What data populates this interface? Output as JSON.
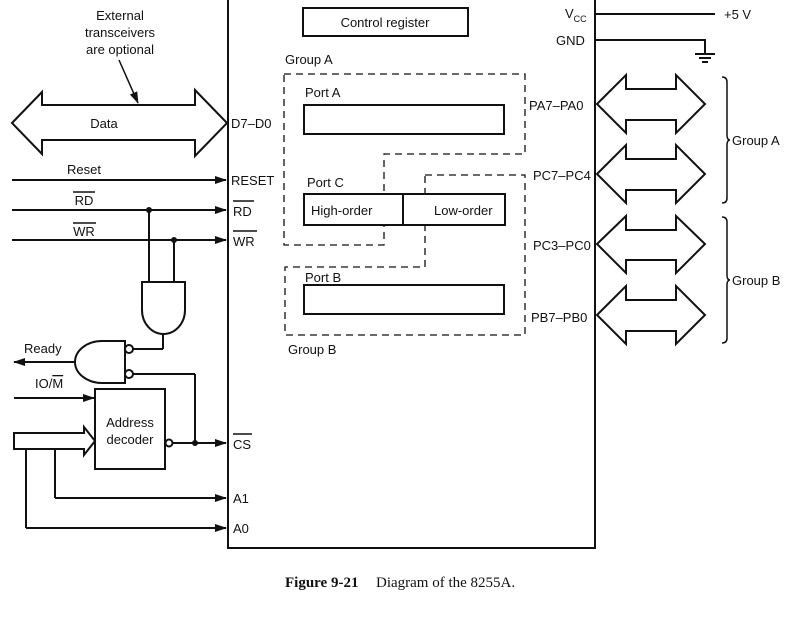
{
  "figure": {
    "caption_number": "Figure 9-21",
    "caption_text": "Diagram of the 8255A."
  },
  "annotations": {
    "transceiver_note": [
      "External",
      "transceivers",
      "are optional"
    ],
    "data_bus_label": "Data"
  },
  "left_signals": {
    "reset": "Reset",
    "rd": "RD",
    "wr": "WR",
    "ready": "Ready",
    "io_m_prefix": "IO/",
    "io_m_bar": "M",
    "address_decoder": [
      "Address",
      "decoder"
    ]
  },
  "chip_pins_left": {
    "d7_d0": "D7–D0",
    "reset": "RESET",
    "rd": "RD",
    "wr": "WR",
    "cs": "CS",
    "a1": "A1",
    "a0": "A0"
  },
  "chip_internal": {
    "control_register": "Control register",
    "group_a": "Group A",
    "group_b": "Group B",
    "port_a": "Port A",
    "port_b": "Port B",
    "port_c": "Port C",
    "high_order": "High-order",
    "low_order": "Low-order"
  },
  "chip_pins_right": {
    "vcc_main": "V",
    "vcc_sub": "CC",
    "gnd": "GND",
    "pa": "PA7–PA0",
    "pc_high": "PC7–PC4",
    "pc_low": "PC3–PC0",
    "pb": "PB7–PB0"
  },
  "right_side": {
    "supply": "+5 V",
    "group_a": "Group A",
    "group_b": "Group B"
  }
}
